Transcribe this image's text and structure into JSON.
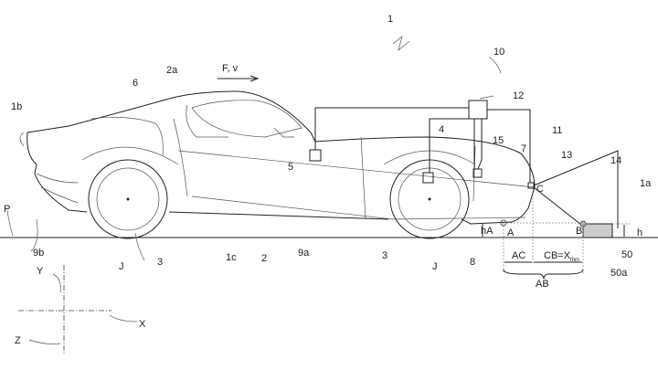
{
  "figure": {
    "labels": {
      "ref_1": "1",
      "ref_10": "10",
      "ref_12": "12",
      "ref_11": "11",
      "ref_7": "7",
      "ref_13": "13",
      "ref_14": "14",
      "ref_1a": "1a",
      "ref_15": "15",
      "ref_4": "4",
      "ref_5": "5",
      "ref_6": "6",
      "ref_2a": "2a",
      "force": "F, v",
      "ref_1b": "1b",
      "ref_P": "P",
      "ref_9b": "9b",
      "ref_3_rear": "3",
      "ref_J_rear": "J",
      "ref_1c": "1c",
      "ref_2": "2",
      "ref_9a": "9a",
      "ref_3_front": "3",
      "ref_J_front": "J",
      "ref_8": "8",
      "hA": "hA",
      "A": "A",
      "B": "B",
      "C": "C",
      "AC": "AC",
      "CB": "CB=X",
      "CB_sub": "thm",
      "AB": "AB",
      "h": "h",
      "ref_50": "50",
      "ref_50a": "50a",
      "axis_X": "X",
      "axis_Y": "Y",
      "axis_Z": "Z"
    }
  }
}
